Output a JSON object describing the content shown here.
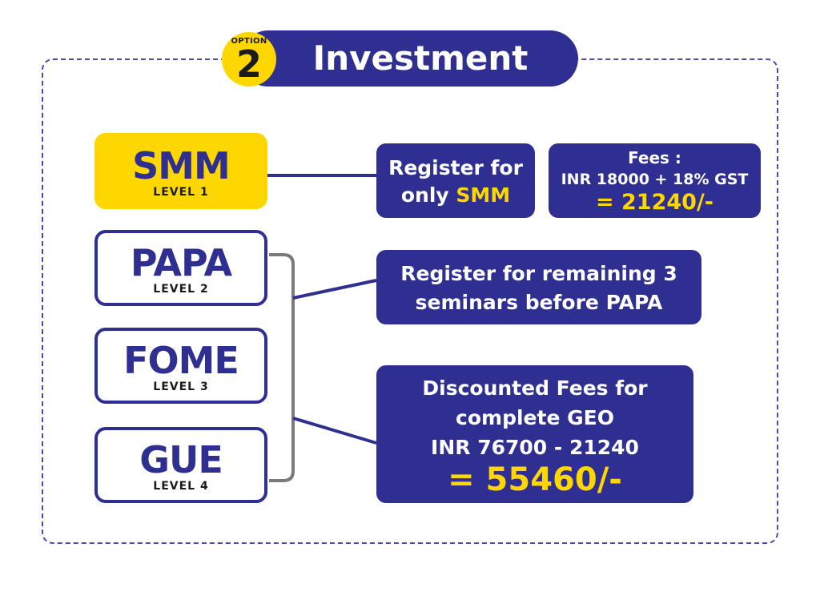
{
  "header": {
    "option_label": "OPTION",
    "option_number": "2",
    "title": "Investment"
  },
  "levels": [
    {
      "name": "SMM",
      "level": "LEVEL 1"
    },
    {
      "name": "PAPA",
      "level": "LEVEL 2"
    },
    {
      "name": "FOME",
      "level": "LEVEL 3"
    },
    {
      "name": "GUE",
      "level": "LEVEL 4"
    }
  ],
  "smm_register": {
    "line1": "Register for",
    "line2_prefix": "only ",
    "line2_highlight": "SMM"
  },
  "smm_fees": {
    "label": "Fees :",
    "amount": "INR 18000 + 18% GST",
    "total": "= 21240/-"
  },
  "remaining_register": {
    "line1": "Register for remaining 3",
    "line2": "seminars before PAPA"
  },
  "discount": {
    "line1": "Discounted Fees for",
    "line2": "complete GEO",
    "line3": "INR 76700 - 21240",
    "total": "= 55460/-"
  },
  "colors": {
    "navy": "#2f2f92",
    "yellow": "#ffd700",
    "connector_gray": "#7a7a7a"
  }
}
